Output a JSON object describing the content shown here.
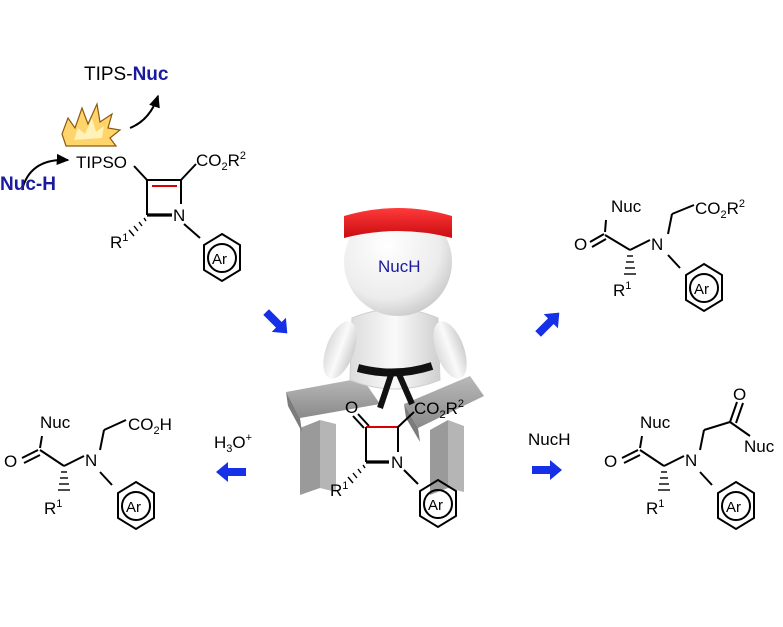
{
  "colors": {
    "blue_text": "#1a1aa0",
    "arrow_blue": "#1530e6",
    "red_band": "#e8151b",
    "red_bond": "#d80000"
  },
  "top_left": {
    "product": {
      "prefix": "TIPS-",
      "nuc": "Nuc"
    },
    "reagent": "Nuc-H",
    "tipso": "TIPSO",
    "co2r2": {
      "base": "CO",
      "sub": "2",
      "r": "R",
      "sup": "2"
    },
    "r1": {
      "base": "R",
      "sup": "1"
    },
    "n": "N",
    "ar": "Ar"
  },
  "center": {
    "headband_label": "NucH",
    "n": "N",
    "o": "O",
    "co2r2": {
      "base": "CO",
      "sub": "2",
      "r": "R",
      "sup": "2"
    },
    "r1": {
      "base": "R",
      "sup": "1"
    },
    "ar": "Ar"
  },
  "top_right": {
    "nuc": "Nuc",
    "o": "O",
    "n": "N",
    "co2r2": {
      "base": "CO",
      "sub": "2",
      "r": "R",
      "sup": "2"
    },
    "r1": {
      "base": "R",
      "sup": "1"
    },
    "ar": "Ar"
  },
  "bottom_left": {
    "condition": {
      "base": "H",
      "sub": "3",
      "o": "O",
      "sup": "+"
    },
    "nuc": "Nuc",
    "o": "O",
    "n": "N",
    "co2h": {
      "base": "CO",
      "sub": "2",
      "h": "H"
    },
    "r1": {
      "base": "R",
      "sup": "1"
    },
    "ar": "Ar"
  },
  "bottom_right": {
    "condition": "NucH",
    "nuc1": "Nuc",
    "o1": "O",
    "n": "N",
    "o2": "O",
    "nuc2": "Nuc",
    "r1": {
      "base": "R",
      "sup": "1"
    },
    "ar": "Ar"
  }
}
